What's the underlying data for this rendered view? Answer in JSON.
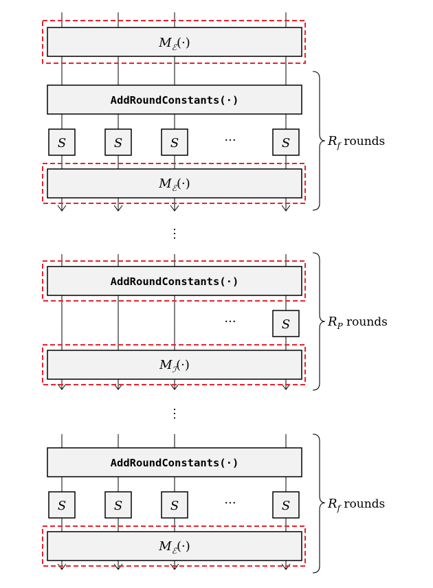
{
  "sections": [
    {
      "label": {
        "sym": "R",
        "sub": "f",
        "suffix": " rounds"
      },
      "blocks": [
        {
          "kind": "linear",
          "text": {
            "sym": "M",
            "sub": "ℰ",
            "arg": "(·)"
          },
          "highlighted": true
        },
        {
          "kind": "arc",
          "text": "AddRoundConstants(·)",
          "highlighted": false
        },
        {
          "kind": "sbox-full",
          "sbox": "S",
          "ellipsis": "···"
        },
        {
          "kind": "linear",
          "text": {
            "sym": "M",
            "sub": "ℰ",
            "arg": "(·)"
          },
          "highlighted": true
        }
      ]
    },
    {
      "label": {
        "sym": "R",
        "sub": "P",
        "suffix": " rounds"
      },
      "blocks": [
        {
          "kind": "arc",
          "text": "AddRoundConstants(·)",
          "highlighted": true
        },
        {
          "kind": "sbox-partial",
          "sbox": "S",
          "ellipsis": "···"
        },
        {
          "kind": "linear",
          "text": {
            "sym": "M",
            "sub": "ℐ",
            "arg": "(·)"
          },
          "highlighted": true
        }
      ]
    },
    {
      "label": {
        "sym": "R",
        "sub": "f",
        "suffix": " rounds"
      },
      "blocks": [
        {
          "kind": "arc",
          "text": "AddRoundConstants(·)",
          "highlighted": false
        },
        {
          "kind": "sbox-full",
          "sbox": "S",
          "ellipsis": "···"
        },
        {
          "kind": "linear",
          "text": {
            "sym": "M",
            "sub": "ℰ",
            "arg": "(·)"
          },
          "highlighted": true
        }
      ]
    }
  ],
  "vertical_ellipsis": "⋮",
  "colors": {
    "highlight": "#e8202a",
    "box_fill": "#f2f2f2",
    "line": "#000000"
  }
}
